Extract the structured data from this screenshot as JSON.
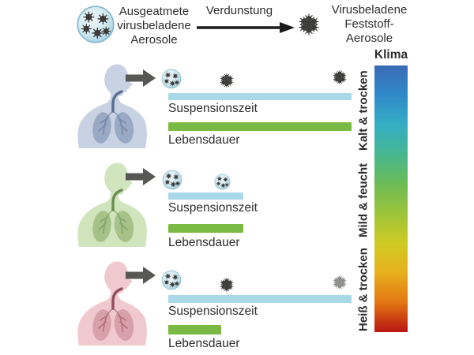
{
  "header": {
    "left_icon": "droplet-aerosol-icon",
    "left_label_lines": [
      "Ausgeatmete",
      "virusbeladene",
      "Aerosole"
    ],
    "process_label": "Verdunstung",
    "right_icon": "solid-aerosol-icon",
    "right_label_lines": [
      "Virusbeladene",
      "Feststoff-",
      "Aerosole"
    ]
  },
  "rows": [
    {
      "figure": "human-torso-lungs",
      "figure_color": "#c8d2e3",
      "aerosol_icons": [
        "droplet-aerosol",
        "solid-aerosol",
        "solid-aerosol"
      ],
      "suspension_label": "Suspensionszeit",
      "suspension_pct": 100,
      "lifetime_label": "Lebensdauer",
      "lifetime_pct": 100
    },
    {
      "figure": "human-torso-lungs",
      "figure_color": "#d0e5bd",
      "aerosol_icons": [
        "droplet-aerosol",
        "droplet-aerosol"
      ],
      "suspension_label": "Suspensionszeit",
      "suspension_pct": 41,
      "lifetime_label": "Lebensdauer",
      "lifetime_pct": 41
    },
    {
      "figure": "human-torso-lungs",
      "figure_color": "#efc9ce",
      "aerosol_icons": [
        "droplet-aerosol",
        "solid-aerosol",
        "solid-aerosol-faded"
      ],
      "suspension_label": "Suspensionszeit",
      "suspension_pct": 100,
      "lifetime_label": "Lebensdauer",
      "lifetime_pct": 29
    }
  ],
  "climate_scale": {
    "title": "Klima",
    "zones": [
      "Kalt & trocken",
      "Mild & feucht",
      "Heiß & trocken"
    ],
    "gradient_colors": [
      "#3b6ab5",
      "#2f8ac9",
      "#35aec4",
      "#46b68f",
      "#6cbb55",
      "#9cc43a",
      "#cfcb24",
      "#e7b01d",
      "#e27612",
      "#b81512"
    ]
  },
  "colors": {
    "suspension_bar": "#a9d9e9",
    "lifetime_bar": "#7ab943",
    "row_arrow": "#575755",
    "header_arrow": "#1a1a1a",
    "virus_dark": "#3d3d3b",
    "virus_faded": "#8e8e8b",
    "text": "#2d2d2c"
  }
}
